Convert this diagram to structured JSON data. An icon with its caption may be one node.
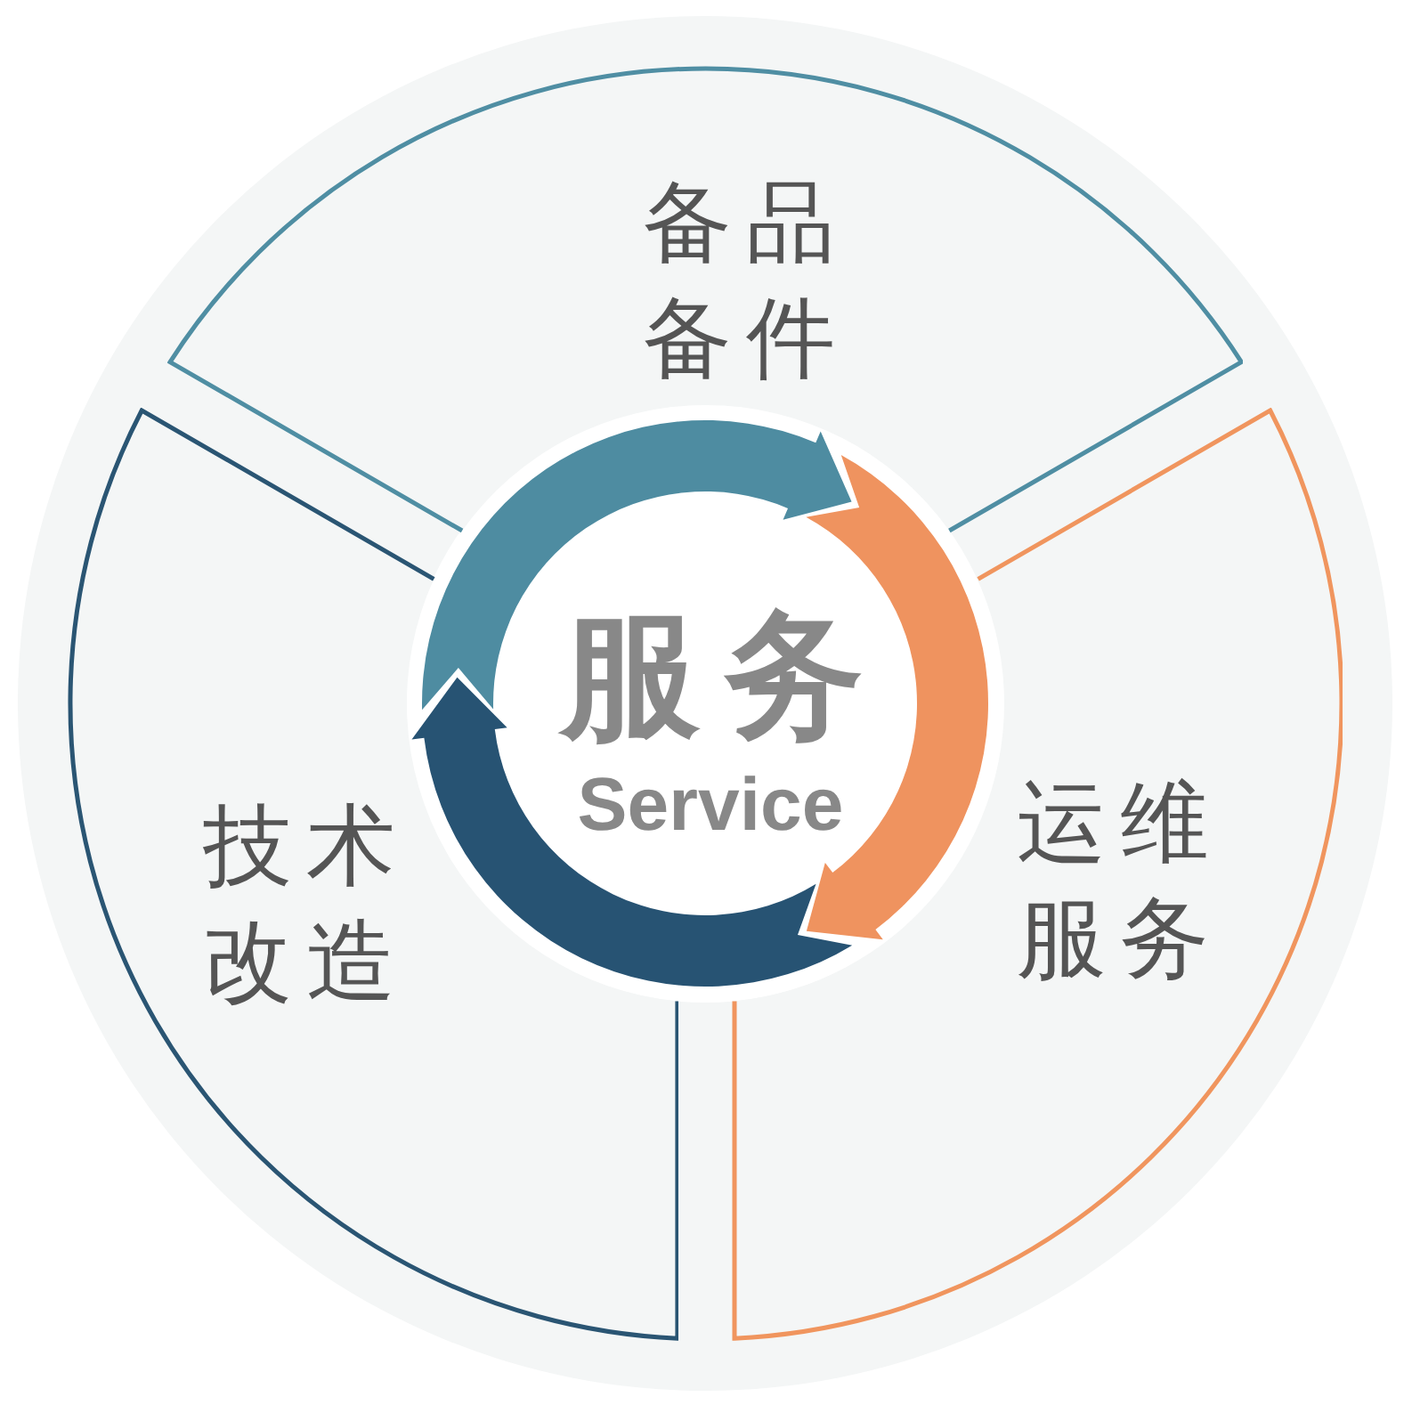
{
  "diagram": {
    "nodes": [
      {
        "text": [
          "服务",
          "Service"
        ]
      },
      {
        "text": [
          "备品备件"
        ]
      },
      {
        "text": [
          "运维服务"
        ]
      },
      {
        "text": [
          "技术改造"
        ]
      }
    ],
    "edges": [
      {
        "from": 3,
        "to": 1,
        "arrow": "to",
        "color": "#4e8ca1"
      },
      {
        "from": 1,
        "to": 2,
        "arrow": "to",
        "color": "#ef935f"
      },
      {
        "from": 2,
        "to": 3,
        "arrow": "to",
        "color": "#275373"
      }
    ]
  }
}
